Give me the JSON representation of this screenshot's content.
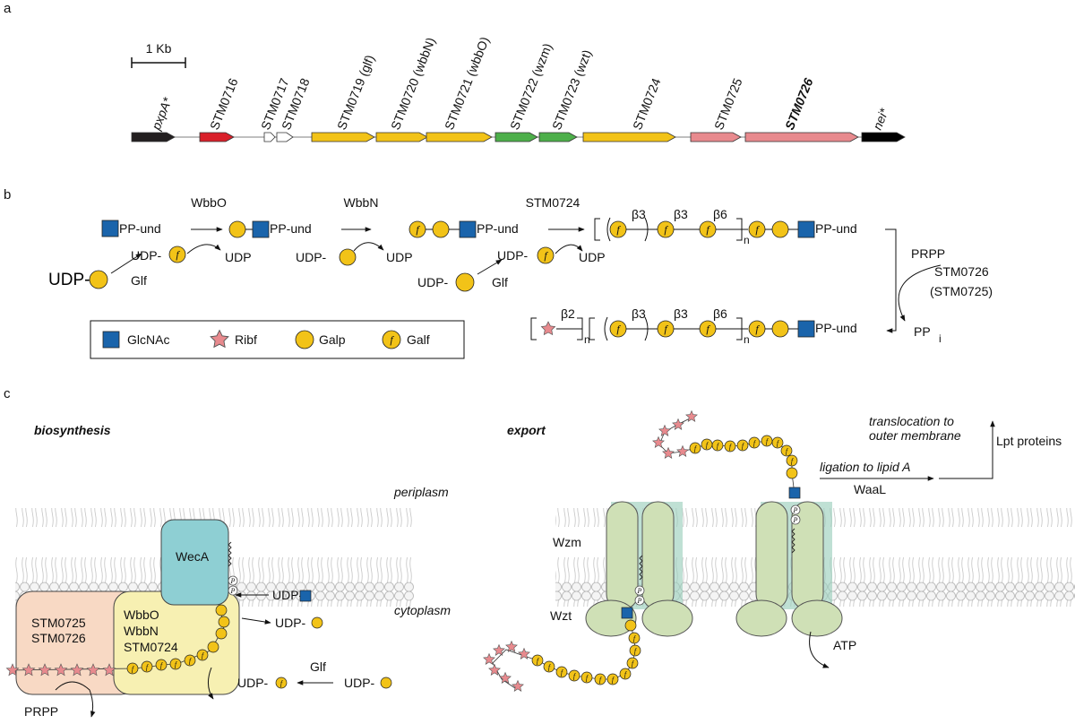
{
  "panels": {
    "a": "a",
    "b": "b",
    "c": "c"
  },
  "scale_label": "1 Kb",
  "genes": [
    {
      "label": "pxpA*",
      "italic": true,
      "bold": false,
      "color": "#231f20"
    },
    {
      "label": "STM0716",
      "italic": false,
      "bold": false,
      "color": "#d9202a"
    },
    {
      "label": "STM0717",
      "italic": false,
      "bold": false,
      "color": "#ffffff"
    },
    {
      "label": "STM0718",
      "italic": false,
      "bold": false,
      "color": "#ffffff"
    },
    {
      "label": "STM0719 (glf)",
      "italic": false,
      "bold": false,
      "color": "#f2c318"
    },
    {
      "label": "STM0720 (wbbN)",
      "italic": false,
      "bold": false,
      "color": "#f2c318"
    },
    {
      "label": "STM0721 (wbbO)",
      "italic": false,
      "bold": false,
      "color": "#f2c318"
    },
    {
      "label": "STM0722 (wzm)",
      "italic": false,
      "bold": false,
      "color": "#4daf4a"
    },
    {
      "label": "STM0723 (wzt)",
      "italic": false,
      "bold": false,
      "color": "#4daf4a"
    },
    {
      "label": "STM0724",
      "italic": false,
      "bold": false,
      "color": "#f2c318"
    },
    {
      "label": "STM0725",
      "italic": false,
      "bold": false,
      "color": "#e88a8e"
    },
    {
      "label": "STM0726",
      "italic": true,
      "bold": true,
      "color": "#e88a8e"
    },
    {
      "label": "nei*",
      "italic": true,
      "bold": false,
      "color": "#000000"
    }
  ],
  "pathway": {
    "pp_und": "PP-und",
    "udp": "UDP",
    "udp_dash": "UDP-",
    "glf": "Glf",
    "enzymes": [
      "WbbO",
      "WbbN",
      "STM0724"
    ],
    "prpp": "PRPP",
    "stm0726": "STM0726",
    "stm0725_paren": "(STM0725)",
    "pp": "PP",
    "pp_sub": "i",
    "linkages": [
      "β3",
      "β3",
      "β6",
      "β2"
    ],
    "n": "n",
    "f": "f"
  },
  "legend": [
    {
      "symbol": "square",
      "label": "GlcNAc",
      "color": "#1a64ab"
    },
    {
      "symbol": "star",
      "label": "Ribf",
      "color": "#e88a8e"
    },
    {
      "symbol": "circle",
      "label": "Galp",
      "color": "#f2c318"
    },
    {
      "symbol": "circle-f",
      "label": "Galf",
      "color": "#f2c318"
    }
  ],
  "panel_c": {
    "biosynthesis": "biosynthesis",
    "export": "export",
    "periplasm": "periplasm",
    "cytoplasm": "cytoplasm",
    "weca": "WecA",
    "complex_left": [
      "STM0725",
      "STM0726"
    ],
    "complex_mid": [
      "WbbO",
      "WbbN",
      "STM0724"
    ],
    "udp_glcnac": "UDP-",
    "udp_galp": "UDP-",
    "udp_galf": "UDP-",
    "udp_right": "UDP-",
    "glf": "Glf",
    "prpp": "PRPP",
    "wzm": "Wzm",
    "wzt": "Wzt",
    "atp": "ATP",
    "translocation": [
      "translocation to",
      "outer membrane"
    ],
    "ligation": "ligation to lipid A",
    "waal": "WaaL",
    "lpt": "Lpt proteins",
    "p": "P"
  },
  "colors": {
    "glcnac": "#1a64ab",
    "gal": "#f2c318",
    "ribf": "#e88a8e",
    "weca": "#8ecfd3",
    "complex_left": "#f8d9c4",
    "complex_mid": "#f7f0b2",
    "transporter": "#cfe0b6",
    "membrane": "#dddddd"
  }
}
